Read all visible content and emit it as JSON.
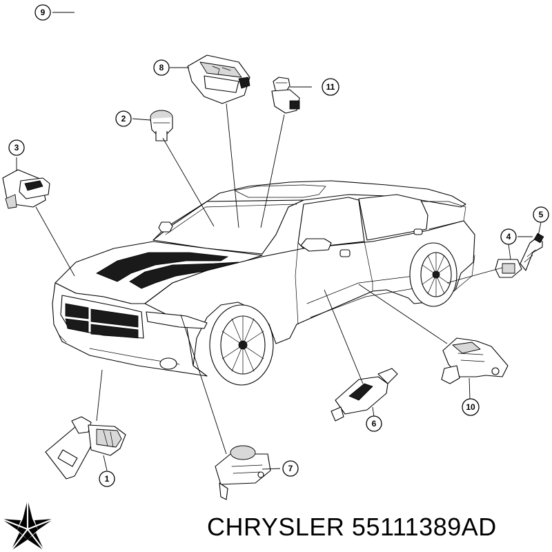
{
  "diagram": {
    "callouts": [
      "1",
      "2",
      "3",
      "4",
      "5",
      "6",
      "7",
      "8",
      "9",
      "10",
      "11"
    ]
  },
  "caption": {
    "brand": "CHRYSLER",
    "part_number": "55111389AD"
  },
  "logo": {
    "icon": "pentastar-icon",
    "color": "#000000"
  }
}
